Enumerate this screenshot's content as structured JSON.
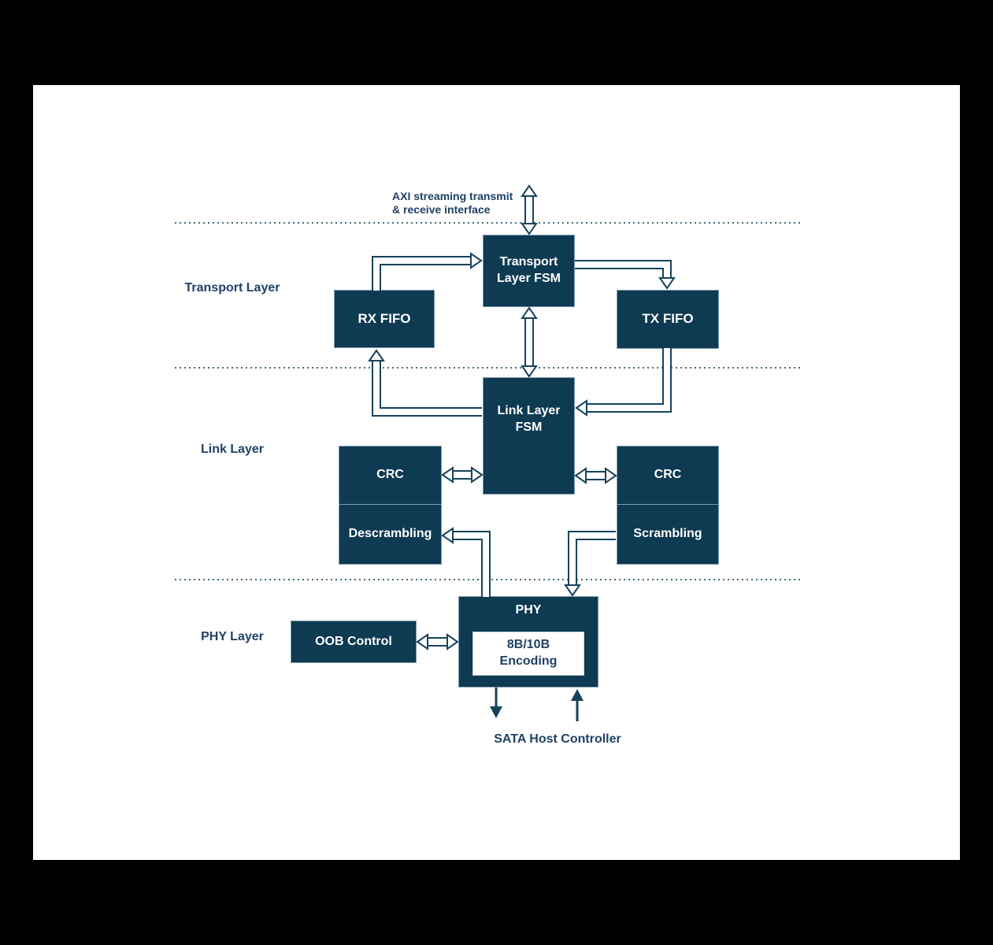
{
  "colors": {
    "background": "#000000",
    "canvas": "#ffffff",
    "box_fill": "#0e3a52",
    "box_border": "#7e9cb2",
    "accent_text": "#1f4064",
    "connector": "#17435c",
    "encoding_fill": "#ffffff"
  },
  "annotations": {
    "axi_line1": "AXI streaming transmit",
    "axi_line2": "& receive interface",
    "sata_host": "SATA Host Controller"
  },
  "layers": {
    "transport": {
      "label": "Transport Layer"
    },
    "link": {
      "label": "Link Layer"
    },
    "phy": {
      "label": "PHY Layer"
    }
  },
  "blocks": {
    "transport_fsm": {
      "label": "Transport Layer FSM"
    },
    "rx_fifo": {
      "label": "RX FIFO"
    },
    "tx_fifo": {
      "label": "TX FIFO"
    },
    "link_fsm": {
      "label": "Link Layer FSM"
    },
    "crc_rx": {
      "label": "CRC"
    },
    "descrambling": {
      "label": "Descrambling"
    },
    "crc_tx": {
      "label": "CRC"
    },
    "scrambling": {
      "label": "Scrambling"
    },
    "oob_control": {
      "label": "OOB Control"
    },
    "phy": {
      "label": "PHY"
    },
    "encoding_8b10b": {
      "label": "8B/10B Encoding"
    }
  }
}
